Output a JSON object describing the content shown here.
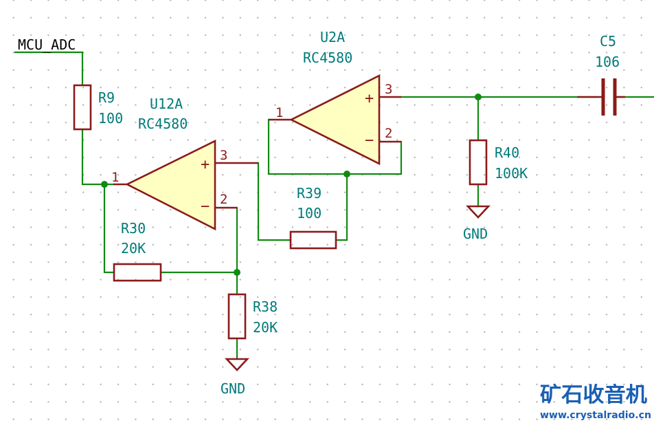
{
  "net_label": "MCU_ADC",
  "components": {
    "R9": {
      "ref": "R9",
      "value": "100"
    },
    "R30": {
      "ref": "R30",
      "value": "20K"
    },
    "R38": {
      "ref": "R38",
      "value": "20K"
    },
    "R39": {
      "ref": "R39",
      "value": "100"
    },
    "R40": {
      "ref": "R40",
      "value": "100K"
    },
    "C5": {
      "ref": "C5",
      "value": "106"
    },
    "U12A": {
      "ref": "U12A",
      "value": "RC4580",
      "pin_out": "1",
      "pin_plus": "3",
      "pin_minus": "2"
    },
    "U2A": {
      "ref": "U2A",
      "value": "RC4580",
      "pin_out": "1",
      "pin_plus": "3",
      "pin_minus": "2"
    }
  },
  "opamp_signs": {
    "plus": "+",
    "minus": "−"
  },
  "ground": {
    "gnd1": "GND",
    "gnd2": "GND"
  },
  "watermark": {
    "chinese": "矿石收音机",
    "url": "www.crystalradio.cn"
  },
  "colors": {
    "wire": "#118a11",
    "component": "#8b1a1a",
    "opamp_fill": "#ffffc2",
    "ref_text": "#007a7a"
  }
}
